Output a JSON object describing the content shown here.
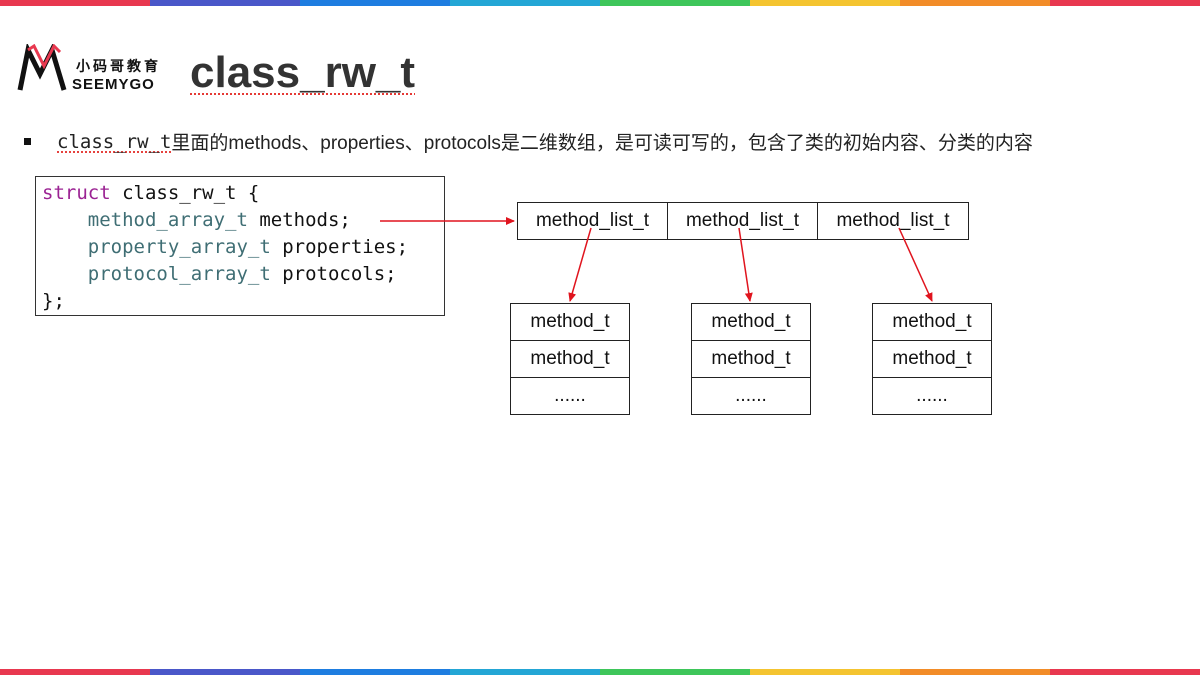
{
  "stripe_colors": [
    "#e8384f",
    "#4a57c9",
    "#1e7de0",
    "#23a6d5",
    "#3ec65a",
    "#f4c430",
    "#f28c28",
    "#e8384f"
  ],
  "logo": {
    "cn_text": "小码哥教育",
    "en_text": "SEEMYGO"
  },
  "title": "class_rw_t",
  "bullet": {
    "code": "class_rw_t",
    "text": "里面的methods、properties、protocols是二维数组，是可读可写的，包含了类的初始内容、分类的内容"
  },
  "code": {
    "line1_kw": "struct",
    "line1_rest": " class_rw_t {",
    "line2_type": "method_array_t",
    "line2_rest": " methods;",
    "line3_type": "property_array_t",
    "line3_rest": " properties;",
    "line4_type": "protocol_array_t",
    "line4_rest": " protocols;",
    "line5": "};"
  },
  "method_lists": [
    "method_list_t",
    "method_list_t",
    "method_list_t"
  ],
  "method_columns": [
    [
      "method_t",
      "method_t",
      "......"
    ],
    [
      "method_t",
      "method_t",
      "......"
    ],
    [
      "method_t",
      "method_t",
      "......"
    ]
  ],
  "arrow_color": "#e0141e"
}
